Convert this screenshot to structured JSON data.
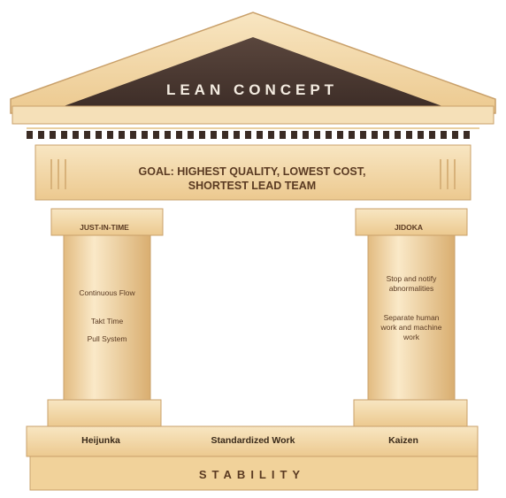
{
  "roof": {
    "title": "LEAN CONCEPT"
  },
  "goal": {
    "line1": "GOAL: HIGHEST QUALITY, LOWEST COST,",
    "line2": "SHORTEST LEAD TEAM"
  },
  "left_pillar": {
    "label": "JUST-IN-TIME",
    "items": [
      "Continuous Flow",
      "Takt Time",
      "Pull System"
    ]
  },
  "right_pillar": {
    "label": "JIDOKA",
    "items": [
      "Stop and notify abnormalities",
      "Separate human work and machine work"
    ]
  },
  "foundation": {
    "items": [
      "Heijunka",
      "Standardized Work",
      "Kaizen"
    ],
    "base": "STABILITY"
  },
  "colors": {
    "stone": "#f2d7a4",
    "stone_light": "#f8e6c2",
    "stone_shadow": "#d6ad72",
    "roof_dark": "#4e3a33",
    "dentil": "#3b2c25"
  }
}
